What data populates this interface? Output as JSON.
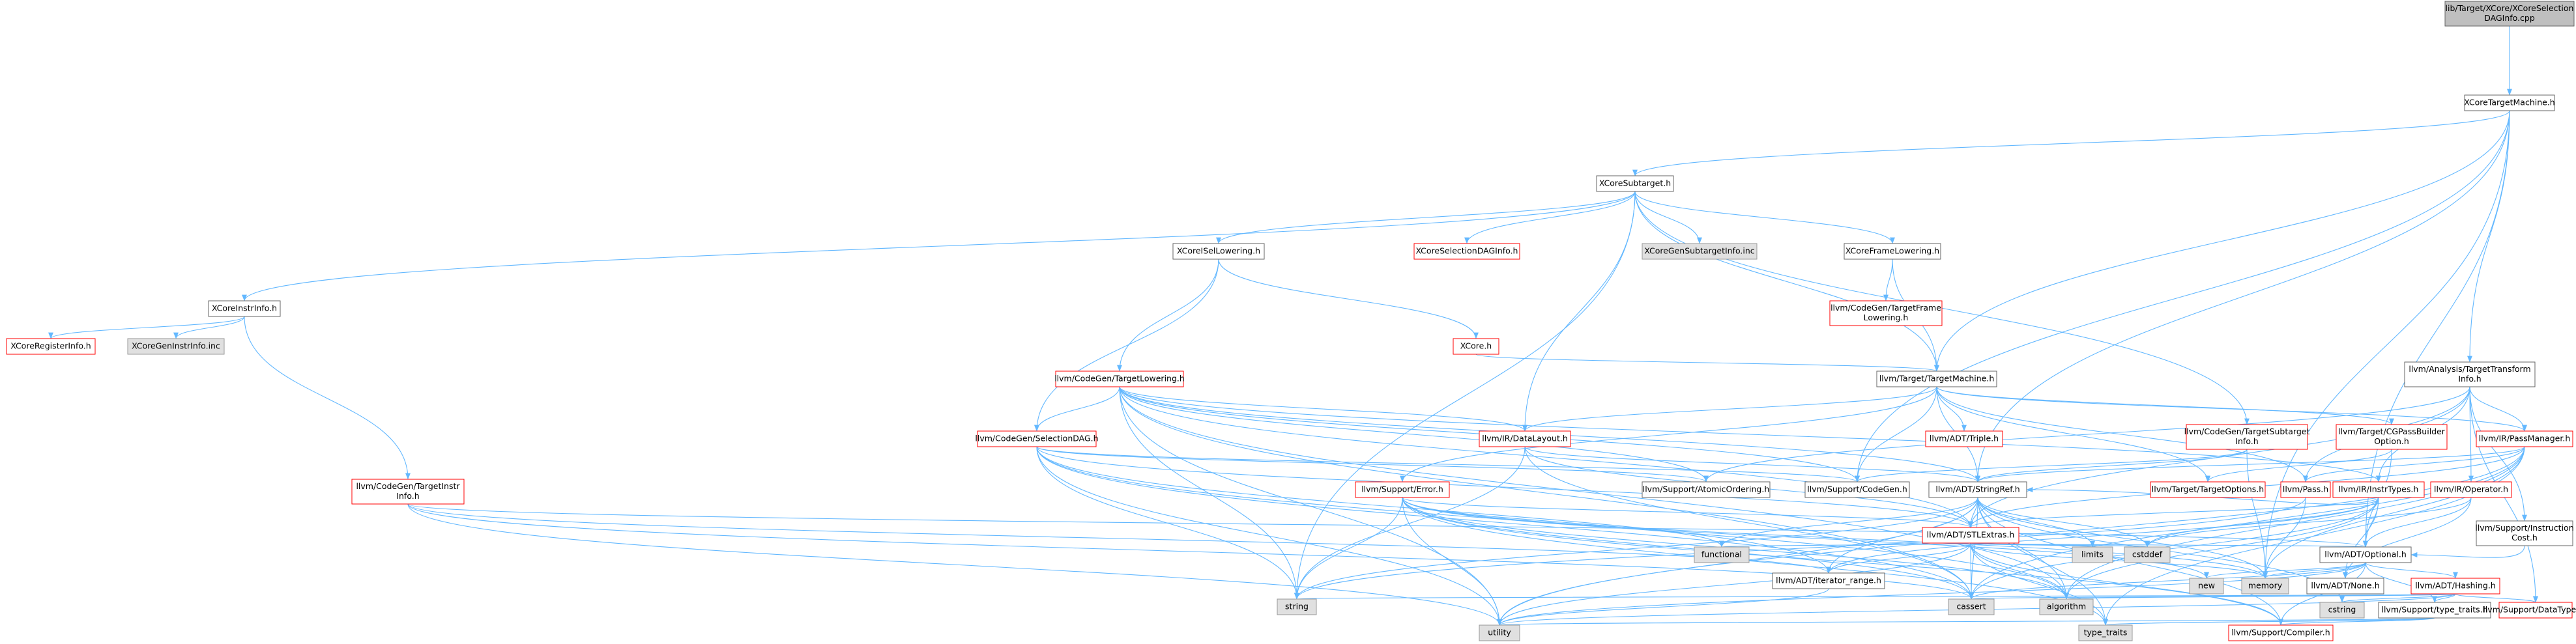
{
  "colors": {
    "edge": "#63b8ff",
    "root_fill": "#bfbfbf",
    "gray_fill": "#e0e0e0",
    "border": "#666666",
    "red_border": "#ff0000",
    "background": "#ffffff"
  },
  "nodes": [
    {
      "id": "root",
      "kind": "root",
      "lines": [
        "lib/Target/XCore/XCoreSelection",
        "DAGInfo.cpp"
      ]
    },
    {
      "id": "xtm",
      "kind": "white",
      "lines": [
        "XCoreTargetMachine.h"
      ]
    },
    {
      "id": "xst",
      "kind": "white",
      "lines": [
        "XCoreSubtarget.h"
      ]
    },
    {
      "id": "xii",
      "kind": "white",
      "lines": [
        "XCoreInstrInfo.h"
      ]
    },
    {
      "id": "xri",
      "kind": "red",
      "lines": [
        "XCoreRegisterInfo.h"
      ]
    },
    {
      "id": "xgii",
      "kind": "gray",
      "lines": [
        "XCoreGenInstrInfo.inc"
      ]
    },
    {
      "id": "xisel",
      "kind": "white",
      "lines": [
        "XCoreISelLowering.h"
      ]
    },
    {
      "id": "xsdi",
      "kind": "red",
      "lines": [
        "XCoreSelectionDAGInfo.h"
      ]
    },
    {
      "id": "xgsi",
      "kind": "gray",
      "lines": [
        "XCoreGenSubtargetInfo.inc"
      ]
    },
    {
      "id": "xfl",
      "kind": "white",
      "lines": [
        "XCoreFrameLowering.h"
      ]
    },
    {
      "id": "xcore",
      "kind": "red",
      "lines": [
        "XCore.h"
      ]
    },
    {
      "id": "cgtfl",
      "kind": "red",
      "lines": [
        "llvm/CodeGen/TargetFrame",
        "Lowering.h"
      ]
    },
    {
      "id": "cgtl",
      "kind": "red",
      "lines": [
        "llvm/CodeGen/TargetLowering.h"
      ]
    },
    {
      "id": "tgtm",
      "kind": "white",
      "lines": [
        "llvm/Target/TargetMachine.h"
      ]
    },
    {
      "id": "atti",
      "kind": "white",
      "lines": [
        "llvm/Analysis/TargetTransform",
        "Info.h"
      ]
    },
    {
      "id": "cgsd",
      "kind": "red",
      "lines": [
        "llvm/CodeGen/SelectionDAG.h"
      ]
    },
    {
      "id": "irdl",
      "kind": "red",
      "lines": [
        "llvm/IR/DataLayout.h"
      ]
    },
    {
      "id": "triple",
      "kind": "red",
      "lines": [
        "llvm/ADT/Triple.h"
      ]
    },
    {
      "id": "cgtsi",
      "kind": "red",
      "lines": [
        "llvm/CodeGen/TargetSubtarget",
        "Info.h"
      ]
    },
    {
      "id": "cgpbo",
      "kind": "red",
      "lines": [
        "llvm/Target/CGPassBuilder",
        "Option.h"
      ]
    },
    {
      "id": "irpm",
      "kind": "red",
      "lines": [
        "llvm/IR/PassManager.h"
      ]
    },
    {
      "id": "irit",
      "kind": "red",
      "lines": [
        "llvm/IR/InstrTypes.h"
      ]
    },
    {
      "id": "cgtii",
      "kind": "red",
      "lines": [
        "llvm/CodeGen/TargetInstr",
        "Info.h"
      ]
    },
    {
      "id": "serr",
      "kind": "red",
      "lines": [
        "llvm/Support/Error.h"
      ]
    },
    {
      "id": "sao",
      "kind": "white",
      "lines": [
        "llvm/Support/AtomicOrdering.h"
      ]
    },
    {
      "id": "scg",
      "kind": "white",
      "lines": [
        "llvm/Support/CodeGen.h"
      ]
    },
    {
      "id": "asr",
      "kind": "white",
      "lines": [
        "llvm/ADT/StringRef.h"
      ]
    },
    {
      "id": "tto",
      "kind": "red",
      "lines": [
        "llvm/Target/TargetOptions.h"
      ]
    },
    {
      "id": "pass",
      "kind": "red",
      "lines": [
        "llvm/Pass.h"
      ]
    },
    {
      "id": "irop",
      "kind": "red",
      "lines": [
        "llvm/IR/Operator.h"
      ]
    },
    {
      "id": "sic",
      "kind": "white",
      "lines": [
        "llvm/Support/Instruction",
        "Cost.h"
      ]
    },
    {
      "id": "stl",
      "kind": "red",
      "lines": [
        "llvm/ADT/STLExtras.h"
      ]
    },
    {
      "id": "functional",
      "kind": "gray",
      "lines": [
        "functional"
      ]
    },
    {
      "id": "iterr",
      "kind": "white",
      "lines": [
        "llvm/ADT/iterator_range.h"
      ]
    },
    {
      "id": "limits",
      "kind": "gray",
      "lines": [
        "limits"
      ]
    },
    {
      "id": "cstddef",
      "kind": "gray",
      "lines": [
        "cstddef"
      ]
    },
    {
      "id": "opt",
      "kind": "white",
      "lines": [
        "llvm/ADT/Optional.h"
      ]
    },
    {
      "id": "new",
      "kind": "gray",
      "lines": [
        "new"
      ]
    },
    {
      "id": "memory",
      "kind": "gray",
      "lines": [
        "memory"
      ]
    },
    {
      "id": "none",
      "kind": "white",
      "lines": [
        "llvm/ADT/None.h"
      ]
    },
    {
      "id": "hash",
      "kind": "red",
      "lines": [
        "llvm/ADT/Hashing.h"
      ]
    },
    {
      "id": "string",
      "kind": "gray",
      "lines": [
        "string"
      ]
    },
    {
      "id": "cassert",
      "kind": "gray",
      "lines": [
        "cassert"
      ]
    },
    {
      "id": "algorithm",
      "kind": "gray",
      "lines": [
        "algorithm"
      ]
    },
    {
      "id": "cstring",
      "kind": "gray",
      "lines": [
        "cstring"
      ]
    },
    {
      "id": "stt",
      "kind": "white",
      "lines": [
        "llvm/Support/type_traits.h"
      ]
    },
    {
      "id": "sdt",
      "kind": "red",
      "lines": [
        "llvm/Support/DataTypes.h"
      ]
    },
    {
      "id": "utility",
      "kind": "gray",
      "lines": [
        "utility"
      ]
    },
    {
      "id": "typetraits",
      "kind": "gray",
      "lines": [
        "type_traits"
      ]
    },
    {
      "id": "scomp",
      "kind": "red",
      "lines": [
        "llvm/Support/Compiler.h"
      ]
    }
  ],
  "edges": [
    [
      "root",
      "xtm"
    ],
    [
      "xtm",
      "xst"
    ],
    [
      "xtm",
      "tgtm"
    ],
    [
      "xtm",
      "atti"
    ],
    [
      "xtm",
      "opt"
    ],
    [
      "xtm",
      "scg"
    ],
    [
      "xtm",
      "asr"
    ],
    [
      "xtm",
      "memory"
    ],
    [
      "xst",
      "xii"
    ],
    [
      "xst",
      "xisel"
    ],
    [
      "xst",
      "xsdi"
    ],
    [
      "xst",
      "xgsi"
    ],
    [
      "xst",
      "xfl"
    ],
    [
      "xst",
      "cgtsi"
    ],
    [
      "xst",
      "irdl"
    ],
    [
      "xst",
      "tgtm"
    ],
    [
      "xst",
      "string"
    ],
    [
      "xii",
      "xri"
    ],
    [
      "xii",
      "xgii"
    ],
    [
      "xii",
      "cgtii"
    ],
    [
      "xisel",
      "xcore"
    ],
    [
      "xisel",
      "cgtl"
    ],
    [
      "xisel",
      "cgsd"
    ],
    [
      "xfl",
      "cgtfl"
    ],
    [
      "xfl",
      "tgtm"
    ],
    [
      "xcore",
      "tgtm"
    ],
    [
      "cgtl",
      "cgsd"
    ],
    [
      "cgtl",
      "irdl"
    ],
    [
      "cgtl",
      "sao"
    ],
    [
      "cgtl",
      "asr"
    ],
    [
      "cgtl",
      "stl"
    ],
    [
      "cgtl",
      "irit"
    ],
    [
      "cgtl",
      "algorithm"
    ],
    [
      "cgtl",
      "cassert"
    ],
    [
      "cgtl",
      "string"
    ],
    [
      "cgtl",
      "utility"
    ],
    [
      "cgtl",
      "scg"
    ],
    [
      "tgtm",
      "triple"
    ],
    [
      "tgtm",
      "irdl"
    ],
    [
      "tgtm",
      "irpm"
    ],
    [
      "tgtm",
      "cgpbo"
    ],
    [
      "tgtm",
      "tto"
    ],
    [
      "tgtm",
      "serr"
    ],
    [
      "tgtm",
      "scg"
    ],
    [
      "tgtm",
      "asr"
    ],
    [
      "tgtm",
      "pass"
    ],
    [
      "atti",
      "irpm"
    ],
    [
      "atti",
      "irit"
    ],
    [
      "atti",
      "pass"
    ],
    [
      "atti",
      "sao"
    ],
    [
      "atti",
      "sic"
    ],
    [
      "atti",
      "sdt"
    ],
    [
      "atti",
      "irop"
    ],
    [
      "atti",
      "stl"
    ],
    [
      "cgsd",
      "stl"
    ],
    [
      "cgsd",
      "iterr"
    ],
    [
      "cgsd",
      "sao"
    ],
    [
      "cgsd",
      "scg"
    ],
    [
      "cgsd",
      "cassert"
    ],
    [
      "cgsd",
      "algorithm"
    ],
    [
      "cgsd",
      "string"
    ],
    [
      "cgsd",
      "utility"
    ],
    [
      "irdl",
      "asr"
    ],
    [
      "irdl",
      "stl"
    ],
    [
      "irdl",
      "string"
    ],
    [
      "irdl",
      "cassert"
    ],
    [
      "cgtsi",
      "asr"
    ],
    [
      "cgtsi",
      "scg"
    ],
    [
      "cgtsi",
      "memory"
    ],
    [
      "cgpbo",
      "tto"
    ],
    [
      "cgpbo",
      "opt"
    ],
    [
      "irpm",
      "stl"
    ],
    [
      "irpm",
      "asr"
    ],
    [
      "irpm",
      "pass"
    ],
    [
      "irpm",
      "memory"
    ],
    [
      "irpm",
      "cassert"
    ],
    [
      "irpm",
      "algorithm"
    ],
    [
      "irpm",
      "utility"
    ],
    [
      "irpm",
      "typetraits"
    ],
    [
      "irit",
      "opt"
    ],
    [
      "irit",
      "stl"
    ],
    [
      "irit",
      "asr"
    ],
    [
      "irit",
      "none"
    ],
    [
      "irit",
      "iterr"
    ],
    [
      "irit",
      "cassert"
    ],
    [
      "irit",
      "cstddef"
    ],
    [
      "irit",
      "algorithm"
    ],
    [
      "cgtii",
      "opt"
    ],
    [
      "cgtii",
      "iterr"
    ],
    [
      "cgtii",
      "cassert"
    ],
    [
      "cgtii",
      "utility"
    ],
    [
      "serr",
      "stl"
    ],
    [
      "serr",
      "functional"
    ],
    [
      "serr",
      "memory"
    ],
    [
      "serr",
      "string"
    ],
    [
      "serr",
      "cassert"
    ],
    [
      "serr",
      "algorithm"
    ],
    [
      "serr",
      "utility"
    ],
    [
      "serr",
      "new"
    ],
    [
      "serr",
      "scomp"
    ],
    [
      "serr",
      "typetraits"
    ],
    [
      "asr",
      "stl"
    ],
    [
      "asr",
      "iterr"
    ],
    [
      "asr",
      "limits"
    ],
    [
      "asr",
      "cstddef"
    ],
    [
      "asr",
      "string"
    ],
    [
      "asr",
      "cassert"
    ],
    [
      "asr",
      "algorithm"
    ],
    [
      "asr",
      "cstring"
    ],
    [
      "asr",
      "utility"
    ],
    [
      "asr",
      "typetraits"
    ],
    [
      "asr",
      "memory"
    ],
    [
      "asr",
      "functional"
    ],
    [
      "asr",
      "scomp"
    ],
    [
      "pass",
      "memory"
    ],
    [
      "pass",
      "string"
    ],
    [
      "irop",
      "opt"
    ],
    [
      "irop",
      "none"
    ],
    [
      "irop",
      "cstddef"
    ],
    [
      "sic",
      "opt"
    ],
    [
      "stl",
      "functional"
    ],
    [
      "stl",
      "iterr"
    ],
    [
      "stl",
      "limits"
    ],
    [
      "stl",
      "cstddef"
    ],
    [
      "stl",
      "opt"
    ],
    [
      "stl",
      "cassert"
    ],
    [
      "stl",
      "algorithm"
    ],
    [
      "stl",
      "memory"
    ],
    [
      "stl",
      "utility"
    ],
    [
      "stl",
      "typetraits"
    ],
    [
      "stl",
      "scomp"
    ],
    [
      "iterr",
      "utility"
    ],
    [
      "opt",
      "new"
    ],
    [
      "opt",
      "none"
    ],
    [
      "opt",
      "hash"
    ],
    [
      "opt",
      "stt"
    ],
    [
      "opt",
      "cassert"
    ],
    [
      "opt",
      "memory"
    ],
    [
      "opt",
      "utility"
    ],
    [
      "opt",
      "scomp"
    ],
    [
      "hash",
      "sdt"
    ],
    [
      "hash",
      "stt"
    ],
    [
      "hash",
      "cassert"
    ],
    [
      "hash",
      "algorithm"
    ],
    [
      "hash",
      "cstring"
    ],
    [
      "hash",
      "string"
    ],
    [
      "hash",
      "utility"
    ],
    [
      "stt",
      "typetraits"
    ],
    [
      "stt",
      "utility"
    ],
    [
      "stt",
      "scomp"
    ]
  ]
}
